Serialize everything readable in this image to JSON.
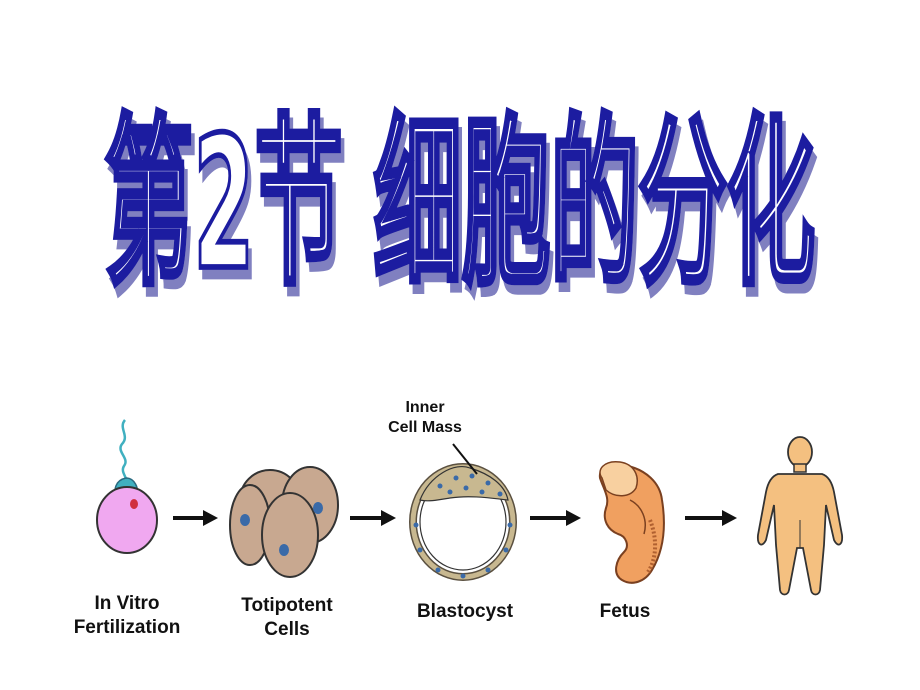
{
  "slide": {
    "title": "第2节 细胞的分化",
    "title_color": "#ffffff",
    "title_outline_color": "#1a1aa0",
    "title_shadow_color": "#8080c0"
  },
  "diagram": {
    "annotation": {
      "line1": "Inner",
      "line2": "Cell Mass"
    },
    "stages": [
      {
        "line1": "In Vitro",
        "line2": "Fertilization"
      },
      {
        "line1": "Totipotent",
        "line2": "Cells"
      },
      {
        "line1": "Blastocyst",
        "line2": ""
      },
      {
        "line1": "Fetus",
        "line2": ""
      },
      {
        "line1": "",
        "line2": ""
      }
    ],
    "colors": {
      "egg": "#f0a8f0",
      "cells": "#c8a890",
      "nucleus": "#3a6aa8",
      "fetus": "#f0a060",
      "human": "#f4c080",
      "sperm": "#40b0c0"
    }
  }
}
